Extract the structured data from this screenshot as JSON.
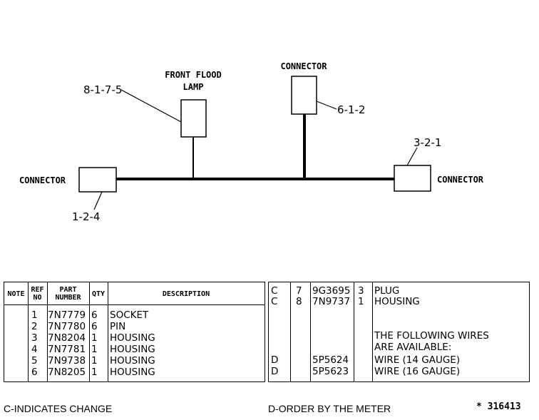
{
  "diagram": {
    "front_flood_lamp_line1": "FRONT FLOOD",
    "front_flood_lamp_line2": "LAMP",
    "front_flood_lamp_ref": "8-1-7-5",
    "top_connector_label": "CONNECTOR",
    "top_connector_ref": "6-1-2",
    "left_connector_label": "CONNECTOR",
    "left_connector_ref": "1-2-4",
    "right_connector_label": "CONNECTOR",
    "right_connector_ref": "3-2-1"
  },
  "parts_table_left": {
    "headers": {
      "note": "NOTE",
      "ref_no_line1": "REF",
      "ref_no_line2": "NO",
      "part_number_line1": "PART",
      "part_number_line2": "NUMBER",
      "qty": "QTY",
      "description": "DESCRIPTION"
    },
    "rows": [
      {
        "note": "",
        "ref": "1",
        "part": "7N7779",
        "qty": "6",
        "desc": "SOCKET"
      },
      {
        "note": "",
        "ref": "2",
        "part": "7N7780",
        "qty": "6",
        "desc": "PIN"
      },
      {
        "note": "",
        "ref": "3",
        "part": "7N8204",
        "qty": "1",
        "desc": "HOUSING"
      },
      {
        "note": "",
        "ref": "4",
        "part": "7N7781",
        "qty": "1",
        "desc": "HOUSING"
      },
      {
        "note": "",
        "ref": "5",
        "part": "7N9738",
        "qty": "1",
        "desc": "HOUSING"
      },
      {
        "note": "",
        "ref": "6",
        "part": "7N8205",
        "qty": "1",
        "desc": "HOUSING"
      }
    ]
  },
  "parts_table_right": {
    "rows": [
      {
        "note": "C",
        "ref": "7",
        "part": "9G3695",
        "qty": "3",
        "desc": "PLUG"
      },
      {
        "note": "C",
        "ref": "8",
        "part": "7N9737",
        "qty": "1",
        "desc": "HOUSING"
      }
    ],
    "note_line1": "THE FOLLOWING WIRES",
    "note_line2": "ARE AVAILABLE:",
    "wire_rows": [
      {
        "note": "D",
        "ref": "",
        "part": "5P5624",
        "qty": "",
        "desc": "WIRE (14 GAUGE)"
      },
      {
        "note": "D",
        "ref": "",
        "part": "5P5623",
        "qty": "",
        "desc": "WIRE (16 GAUGE)"
      }
    ]
  },
  "footer": {
    "c_note": "C-INDICATES CHANGE",
    "d_note": "D-ORDER BY THE METER",
    "drawing_number": "* 316413"
  }
}
